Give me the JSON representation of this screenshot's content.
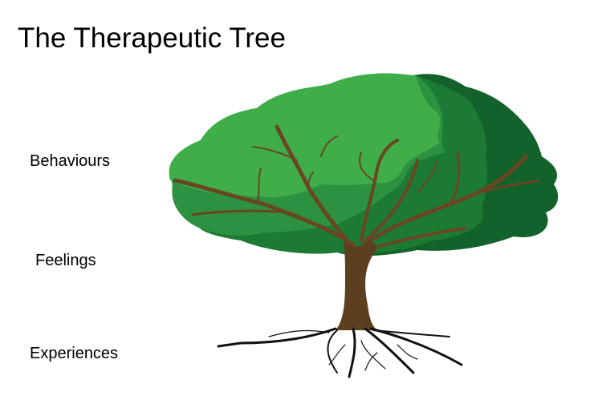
{
  "title": "The Therapeutic Tree",
  "labels": {
    "behaviours": "Behaviours",
    "feelings": "Feelings",
    "experiences": "Experiences"
  },
  "colors": {
    "canopy_light": "#3fae49",
    "canopy_mid": "#2c9140",
    "canopy_dark": "#1d7a35",
    "canopy_darkest": "#13612b",
    "trunk": "#5c3f1f",
    "branch": "#6a4522",
    "roots": "#111111"
  }
}
